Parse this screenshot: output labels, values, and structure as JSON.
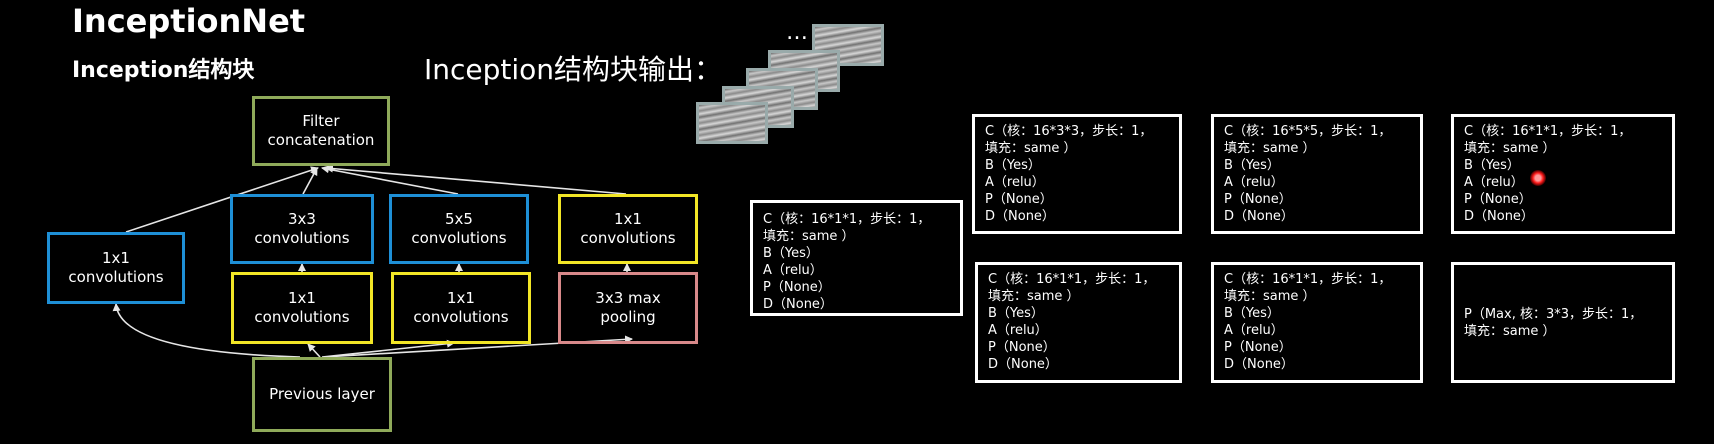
{
  "header": {
    "title": "InceptionNet",
    "subtitle": "Inception结构块",
    "output_title": "Inception结构块输出：",
    "ellipsis": "…"
  },
  "diagram": {
    "filter_concat": "Filter\nconcatenation",
    "branch1": "1x1\nconvolutions",
    "branch2_top": "3x3\nconvolutions",
    "branch2_bottom": "1x1\nconvolutions",
    "branch3_top": "5x5\nconvolutions",
    "branch3_bottom": "1x1\nconvolutions",
    "branch4_top": "1x1\nconvolutions",
    "branch4_bottom": "3x3 max\npooling",
    "previous_layer": "Previous layer"
  },
  "params": {
    "b1": "C（核：16*1*1，步长：1，\n    填充：same ）\nB（Yes）\nA（relu）\nP（None）\nD（None）",
    "b2_top": "C（核：16*3*3，步长：1，\n    填充：same ）\nB（Yes）\nA（relu）\nP（None）\nD（None）",
    "b2_bottom": "C（核：16*1*1，步长：1，\n    填充：same ）\nB（Yes）\nA（relu）\nP（None）\nD（None）",
    "b3_top": "C（核：16*5*5，步长：1，\n    填充：same ）\nB（Yes）\nA（relu）\nP（None）\nD（None）",
    "b3_bottom": "C（核：16*1*1，步长：1，\n    填充：same ）\nB（Yes）\nA（relu）\nP（None）\nD（None）",
    "b4_top": "C（核：16*1*1，步长：1，\n    填充：same ）\nB（Yes）\nA（relu）\nP（None）\nD（None）",
    "b4_bottom": "P（Max, 核：3*3，步长：1，\n    填充：same ）"
  },
  "colors": {
    "green": "#8faa5a",
    "blue": "#1e8fd6",
    "yellow": "#f2e626",
    "pink": "#d8898a",
    "arrow": "#e6e6e6"
  }
}
